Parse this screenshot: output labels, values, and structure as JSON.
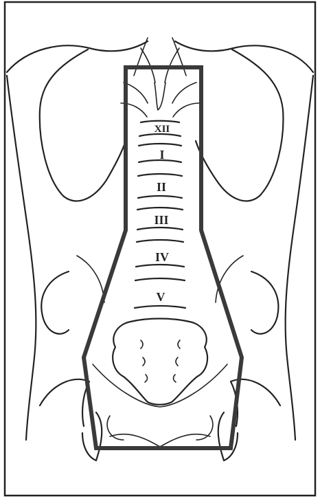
{
  "diagram": {
    "vertebra_labels": [
      "XII",
      "I",
      "II",
      "III",
      "IV",
      "V"
    ],
    "colors": {
      "line": "#222222",
      "field_outline": "#3a3a3a",
      "background": "#ffffff"
    }
  }
}
